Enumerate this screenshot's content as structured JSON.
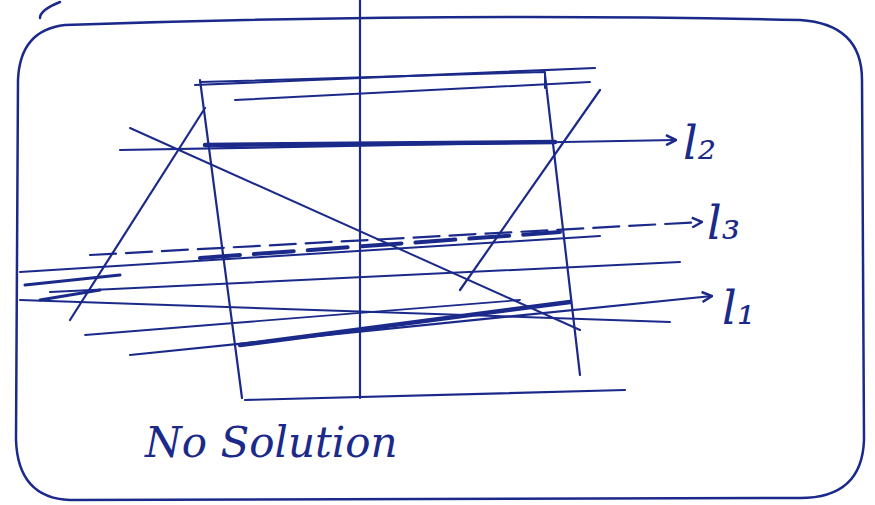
{
  "diagram": {
    "caption": "No Solution",
    "labels": [
      "l₂",
      "l₃",
      "l₁"
    ]
  }
}
